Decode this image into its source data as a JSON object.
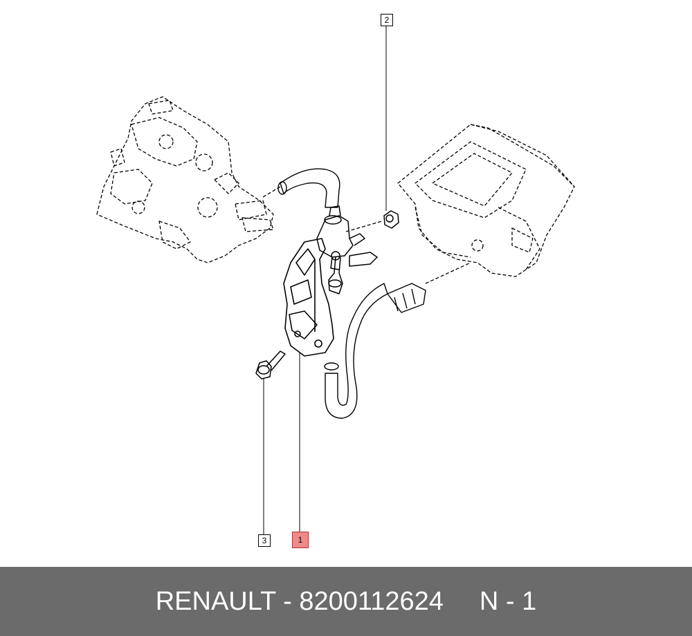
{
  "diagram": {
    "callouts": [
      {
        "id": "callout-2",
        "label": "2"
      },
      {
        "id": "callout-3",
        "label": "3"
      },
      {
        "id": "callout-1",
        "label": "1",
        "highlighted": true
      }
    ],
    "highlight_color": "#f08a8a"
  },
  "footer": {
    "part_text": "RENAULT - 8200112624",
    "qty_text": "N - 1",
    "background": "#6b6b6b",
    "text_color": "#ffffff"
  }
}
